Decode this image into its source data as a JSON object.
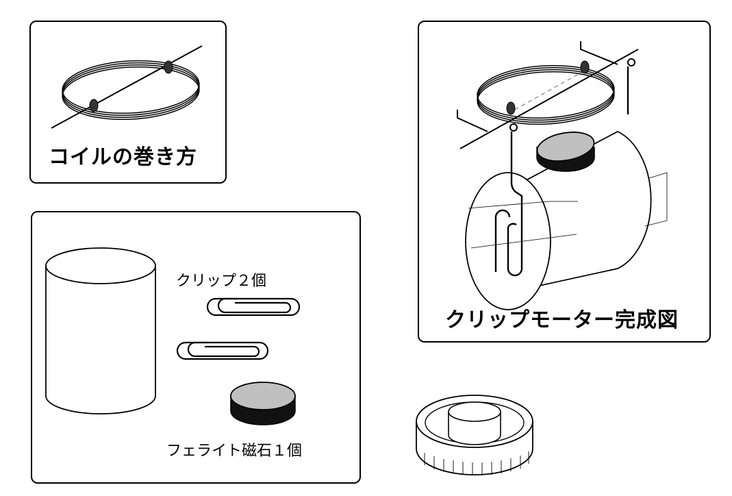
{
  "panels": {
    "coil_winding": {
      "title": "コイルの巻き方"
    },
    "materials": {
      "clips_label": "クリップ２個",
      "magnet_label": "フェライト磁石１個"
    },
    "completed": {
      "title": "クリップモーター完成図"
    }
  },
  "colors": {
    "line": "#000000",
    "magnet_top": "#c0c0c0",
    "background": "#ffffff"
  }
}
